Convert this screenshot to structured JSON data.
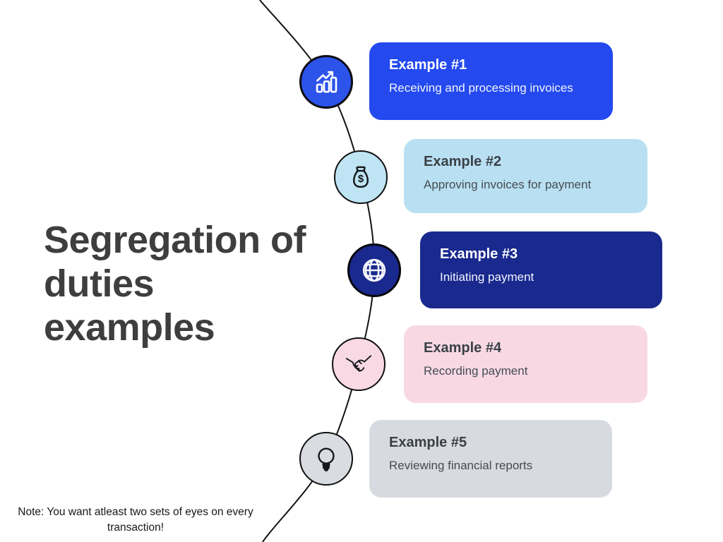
{
  "title": "Segregation of duties examples",
  "note": "Note: You want atleast two sets of eyes on every transaction!",
  "colors": {
    "bright_blue": "#2349ef",
    "light_blue": "#b9e0f2",
    "navy": "#19298e",
    "light_pink": "#f8d9e3",
    "light_gray": "#d7dae0",
    "title_text": "#3e3e3e",
    "dark_text": "#3a4046",
    "line": "#131313"
  },
  "examples": [
    {
      "label": "Example #1",
      "description": "Receiving and processing invoices",
      "icon": "bar-chart-growth-icon",
      "card_bg": "#2349ef",
      "text_color": "#ffffff"
    },
    {
      "label": "Example #2",
      "description": "Approving invoices for payment",
      "icon": "money-bag-icon",
      "card_bg": "#b9e0f2",
      "text_color": "#3a4046"
    },
    {
      "label": "Example #3",
      "description": "Initiating payment",
      "icon": "globe-icon",
      "card_bg": "#19298e",
      "text_color": "#ffffff"
    },
    {
      "label": "Example #4",
      "description": "Recording payment",
      "icon": "handshake-icon",
      "card_bg": "#f8d9e3",
      "text_color": "#3a4046"
    },
    {
      "label": "Example #5",
      "description": "Reviewing financial reports",
      "icon": "lightbulb-icon",
      "card_bg": "#d7dae0",
      "text_color": "#3a4046"
    }
  ]
}
